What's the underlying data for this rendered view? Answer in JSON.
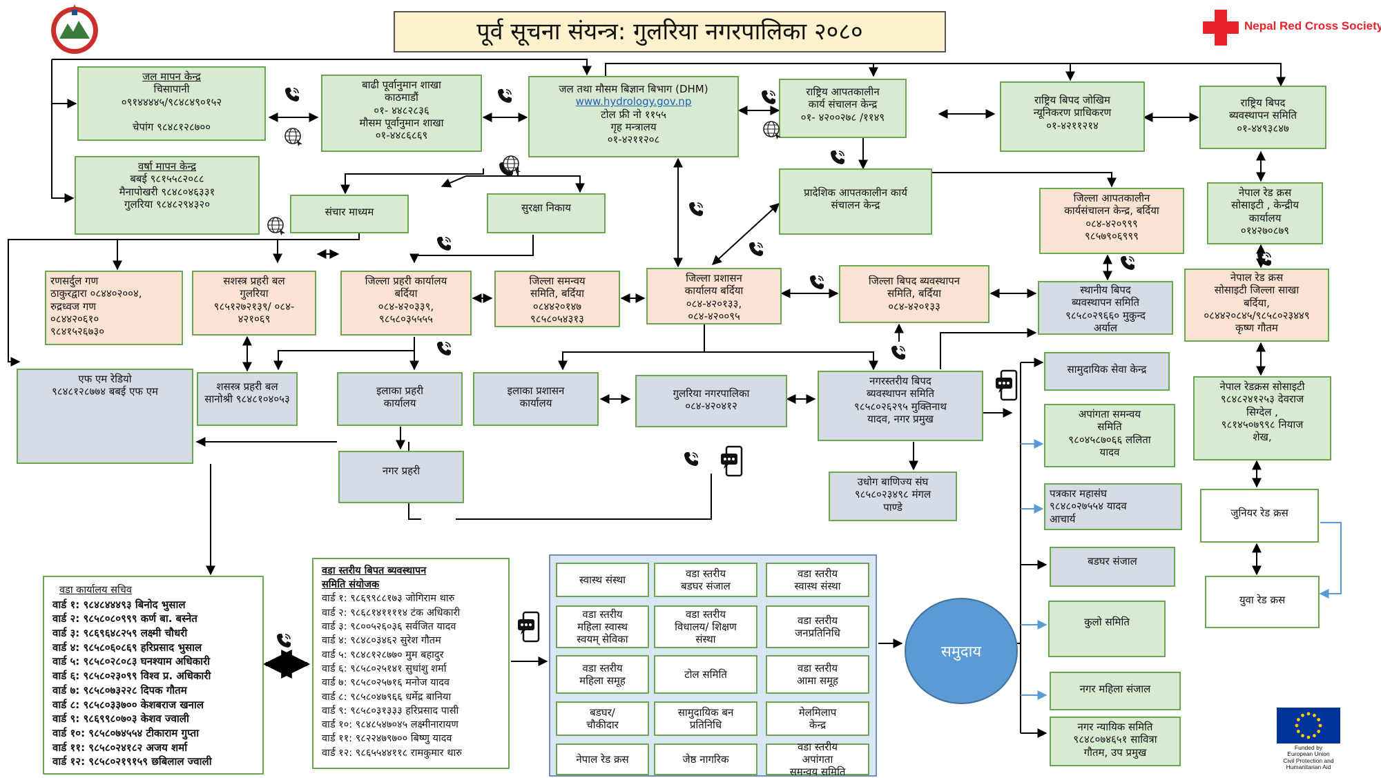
{
  "title": "पूर्व सूचना संयन्त्र: गुलरिया नगरपालिका २०८०",
  "organization": "Nepal Red Cross Society",
  "funder_lines": [
    "Funded by",
    "European Union",
    "Civil Protection and",
    "Humanitarian Aid"
  ],
  "colors": {
    "green": "#d9ead3",
    "peach": "#fbe3d3",
    "grey_blue": "#d6dce5",
    "community": "#5b9bd5",
    "red_cross": "#e8232a",
    "eu_blue": "#003399"
  },
  "icons": [
    "phone-icon",
    "internet-globe-icon",
    "sms-phone-icon",
    "red-cross-icon",
    "government-emblem-icon",
    "eu-flag-icon"
  ],
  "boxes": {
    "hydro_station": {
      "heading": "जल मापन केन्द्र",
      "lines": [
        "चिसापानी",
        "०९१४४४४५/९८४८४९०१५२",
        "",
        "चेपांग ९८४८१२८७००"
      ]
    },
    "rain_station": {
      "heading": "वर्षा मापन केन्द्र",
      "lines": [
        "बबई ९८१५५८२०८८",
        "मैनापोखरी ९८४८०४६३३१",
        "गुलरिया ९८४८२९४३२०"
      ]
    },
    "flood_forecast": {
      "lines": [
        "बाढी पूर्वानुमान शाखा",
        "काठमाडौं",
        "०१- ४४८२८३६",
        "मौसम पूर्वानुमान शाखा",
        "०१-४४८६८६९"
      ]
    },
    "dhm": {
      "lines": [
        "जल तथा मौसम बिज्ञान बिभाग (DHM)"
      ],
      "url": "www.hydrology.gov.np",
      "lines2": [
        "टोल फ्री नो ११५५",
        "गृह मन्त्रालय",
        "०१-४२११२०८"
      ]
    },
    "neoc": {
      "lines": [
        "राष्ट्रिय आपतकालीन",
        "कार्य संचालन केन्द्र",
        "०१- ४२००२७८ /११४९"
      ]
    },
    "ndrrma": {
      "lines": [
        "राष्ट्रिय बिपद जोखिम",
        "न्यूनिकरण प्राधिकरण",
        "०१-४२११२१४"
      ]
    },
    "national_dm_committee": {
      "lines": [
        "राष्ट्रिय बिपद",
        "ब्यवस्थापन समिति",
        "०१-४४९३८४७"
      ]
    },
    "media": {
      "lines": [
        "संचार माध्यम"
      ]
    },
    "security": {
      "lines": [
        "सुरक्षा निकाय"
      ]
    },
    "peoc": {
      "lines": [
        "प्रादेशिक आपतकालीन कार्य",
        "संचालन केन्द्र"
      ]
    },
    "deoc": {
      "lines": [
        "जिल्ला आपतकालीन",
        "कार्यसंचालन केन्द्र, बर्दिया",
        "०८४-४२०९९९",
        "९८५७९०६९९९"
      ]
    },
    "nrcs_central": {
      "lines": [
        "नेपाल रेड क्रस",
        "सोसाइटी , केन्द्रीय",
        "कार्यालय",
        "०१४२७०८७९"
      ]
    },
    "army": {
      "lines": [
        "रणसर्दुल गण",
        "ठाकुरद्वारा ०८४४०२००४,",
        "रुद्रध्वज गण",
        "०८४४२०६१०",
        "९८४१५२६७३०"
      ]
    },
    "apf": {
      "lines": [
        "सशस्त्र प्रहरी बल",
        "गुलरिया",
        "९८५१२७२१३९/ ०८४-",
        "४२१०६९"
      ]
    },
    "dpo": {
      "lines": [
        "जिल्ला प्रहरी कार्यालय",
        "बर्दिया",
        "०८४-४२०३३९,",
        "९८५८०३५५५५"
      ]
    },
    "dcc": {
      "lines": [
        "जिल्ला समन्वय",
        "समिति, बर्दिया",
        "०८४४२०१४७",
        "९८५८०५४३१३"
      ]
    },
    "dao": {
      "lines": [
        "जिल्ला प्रशासन",
        "कार्यालय बर्दिया",
        "०८४-४२०१३३,",
        "०८४-४२००९५"
      ]
    },
    "ddmc": {
      "lines": [
        "जिल्ला बिपद ब्यवस्थापन",
        "समिति, बर्दिया",
        "०८४-४२०१३३"
      ]
    },
    "ldmc": {
      "lines": [
        "स्थानीय बिपद",
        "ब्यवस्थापन समिति",
        "९८५८०२९६६० मुकुन्द",
        "अर्याल"
      ]
    },
    "nrcs_district": {
      "lines": [
        "नेपाल रेड क्रस",
        "सोसाइटी जिल्ला साखा",
        "बर्दिया,",
        "०८४४२०८४५/९८५८०२३४४९",
        "कृष्ण गौतम"
      ]
    },
    "fm_radio": {
      "lines": [
        "एफ एम रेडियो",
        "९८४८१२८७७४ बबई एफ एम"
      ]
    },
    "apf_saniashree": {
      "lines": [
        "शसस्त्र प्रहरी बल",
        "सानोश्री ९८४८१०४०५३"
      ]
    },
    "area_police": {
      "lines": [
        "इलाका प्रहरी",
        "कार्यालय"
      ]
    },
    "area_admin": {
      "lines": [
        "इलाका प्रशासन",
        "कार्यालय"
      ]
    },
    "municipality": {
      "lines": [
        "गुलरिया नगरपालिका",
        "०८४-४२०४१२"
      ]
    },
    "mdmc": {
      "lines": [
        "नगरस्तरीय बिपद",
        "ब्यवस्थापन समिति",
        "९८५८०२६२९५ मुक्तिनाथ",
        "यादव, नगर प्रमुख"
      ]
    },
    "nrcs_subchapter": {
      "lines": [
        "नेपाल रेडक्रस सोसाइटी",
        "९८४८२४१२५३ देवराज",
        "सिग्देल ,",
        "९८१४५०७९९८ नियाज",
        "शेख,"
      ]
    },
    "city_police": {
      "lines": [
        "नगर प्रहरी"
      ]
    },
    "chamber": {
      "lines": [
        "उधोग बाणिज्य संघ",
        "९८५८०२३४९८ मंगल",
        "पाण्डे"
      ]
    },
    "community_service": {
      "lines": [
        "सामुदायिक सेवा केन्द्र"
      ]
    },
    "disability": {
      "lines": [
        "अपांगता समन्वय",
        "समिति",
        "९८०४५८७०६६ ललिता",
        "यादव"
      ]
    },
    "journalists": {
      "lines": [
        "पत्रकार महासंघ",
        "९८४८०२७५५४ यादव",
        "आचार्य"
      ]
    },
    "badghar_network": {
      "lines": [
        "बडघर संजाल"
      ]
    },
    "kulo": {
      "lines": [
        "कुलो समिति"
      ]
    },
    "women_network": {
      "lines": [
        "नगर   महिला संजाल"
      ]
    },
    "judicial": {
      "lines": [
        "नगर न्यायिक समिति",
        "९८४८०७४६५१ सावित्रा",
        "गौतम, उप प्रमुख"
      ]
    },
    "junior_rc": {
      "lines": [
        "जुनियर रेड क्रस"
      ]
    },
    "youth_rc": {
      "lines": [
        "युवा रेड क्रस"
      ]
    }
  },
  "ward_secretaries": {
    "heading": "वडा कार्यालय सचिव",
    "rows": [
      "वार्ड १:   ९८४८४४४९३ बिनोद भुसाल",
      "वार्ड २:   ९८५८०८०९९९ कर्ण बा. बस्नेत",
      "वार्ड ३:   ९८६९६४८२५९ लक्ष्मी चौधरी",
      "वार्ड ४:   ९८५८०६०८६९ हरिप्रसाद भुसाल",
      "वार्ड ५:   ९८५८०२८०८३ घनश्याम अधिकारी",
      "वार्ड ६:   ९८५८०२३०९९ विश्व प्र. अधिकारी",
      "वार्ड ७:   ९८५८०७३२२८ दिपक गौतम",
      "वार्ड ८:   ९८५८०३३७०० केशबराज खनाल",
      "वार्ड ९:   ९८६९९८०७०३ केशव ज्वाली",
      "वार्ड १०:  ९८५८०७४५५४ टीकाराम गुप्ता",
      "वार्ड ११:  ९८५८०२४१८२ अजय शर्मा",
      "वार्ड १२:  ९८५८०२१९१५९ छबिलाल ज्वाली"
    ]
  },
  "ward_dm_coordinators": {
    "heading_lines": [
      "वडा स्तरीय बिपत ब्यवस्थापन",
      "समिति संयोजक"
    ],
    "rows": [
      "वार्ड १: ९८६९९८८१७३ जोगिराम थारु",
      "वार्ड २: ९८६८१४११११४ टंक अधिकारी",
      "वार्ड ३: ९८००५२६०३६ सर्वजित यादव",
      "वार्ड ४: ९८४८०३४६२ सुरेश गौतम",
      "वार्ड ५: ९८४८१२८७७० मुम बहादुर",
      "वार्ड ६: ९८५८०२५१४१ सुधांशु शर्मा",
      "वार्ड ७: ९८५८०२५७१६ मनोज यादव",
      "वार्ड ८: ९८५८०४७९६६ धर्मेद्र बानिया",
      "वार्ड ९: ९८५८०३१३३३ हरिप्रसाद पासी",
      "वार्ड १०: ९८४८५४७०४५ लक्ष्मीनारायण",
      "वार्ड ११: ९८२२४७९७०० बिष्णु यादव",
      "वार्ड १२: ९८६५५४४११८ रामकुमार थारु"
    ]
  },
  "ward_groups": [
    [
      "स्वास्थ संस्था"
    ],
    [
      "वडा स्तरीय",
      "बडघर संजाल"
    ],
    [
      "वडा स्तरीय",
      "स्वास्थ संस्था"
    ],
    [
      "वडा स्तरीय",
      "महिला स्वास्थ",
      "स्वयम् सेविका"
    ],
    [
      "वडा स्तरीय",
      "विधालय/ शिक्षण",
      "संस्था"
    ],
    [
      "वडा स्तरीय",
      "जनप्रतिनिधि"
    ],
    [
      "वडा स्तरीय",
      "महिला समूह"
    ],
    [
      "टोल समिति"
    ],
    [
      "वडा स्तरीय",
      "आमा समूह"
    ],
    [
      "बडघर/",
      "चौकीदार"
    ],
    [
      "सामुदायिक बन",
      "प्रतिनिधि"
    ],
    [
      "मेलमिलाप",
      "केन्द्र"
    ],
    [
      "नेपाल रेड क्रस"
    ],
    [
      "जेष्ठ नागरिक"
    ],
    [
      "वडा स्तरीय",
      "अपांगता",
      "समन्वय समिति"
    ]
  ],
  "community": "समुदाय"
}
